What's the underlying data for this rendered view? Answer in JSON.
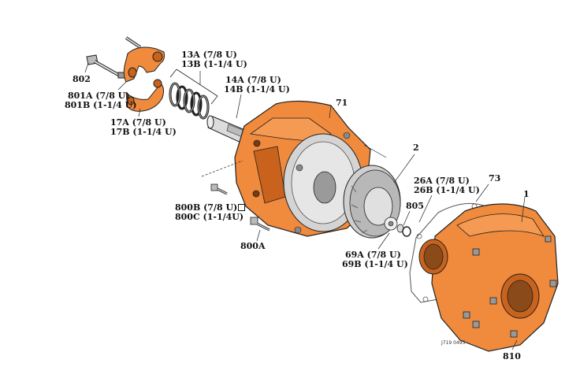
{
  "labels": {
    "p802": "802",
    "p801a": "801A (7/8 U)",
    "p801b": "801B (1-1/4 U)",
    "p13a": "13A (7/8 U)",
    "p13b": "13B (1-1/4 U)",
    "p14a": "14A (7/8 U)",
    "p14b": "14B (1-1/4 U)",
    "p17a": "17A (7/8 U)",
    "p17b": "17B (1-1/4 U)",
    "p71": "71",
    "p2": "2",
    "p800b": "800B (7/8 U)",
    "p800c": "800C (1-1/4U)",
    "p800a": "800A",
    "p805": "805",
    "p26a": "26A (7/8 U)",
    "p26b": "26B (1-1/4 U)",
    "p73": "73",
    "p1": "1",
    "p69a": "69A (7/8 U)",
    "p69b": "69B (1-1/4 U)",
    "p810": "810"
  },
  "drawing_code": "J719 0495",
  "colors": {
    "part_orange": "#f08a3c",
    "part_orange_dark": "#c8621c",
    "metal_light": "#d9d9d9",
    "metal_dark": "#8a8a8a",
    "outline": "#222222"
  }
}
